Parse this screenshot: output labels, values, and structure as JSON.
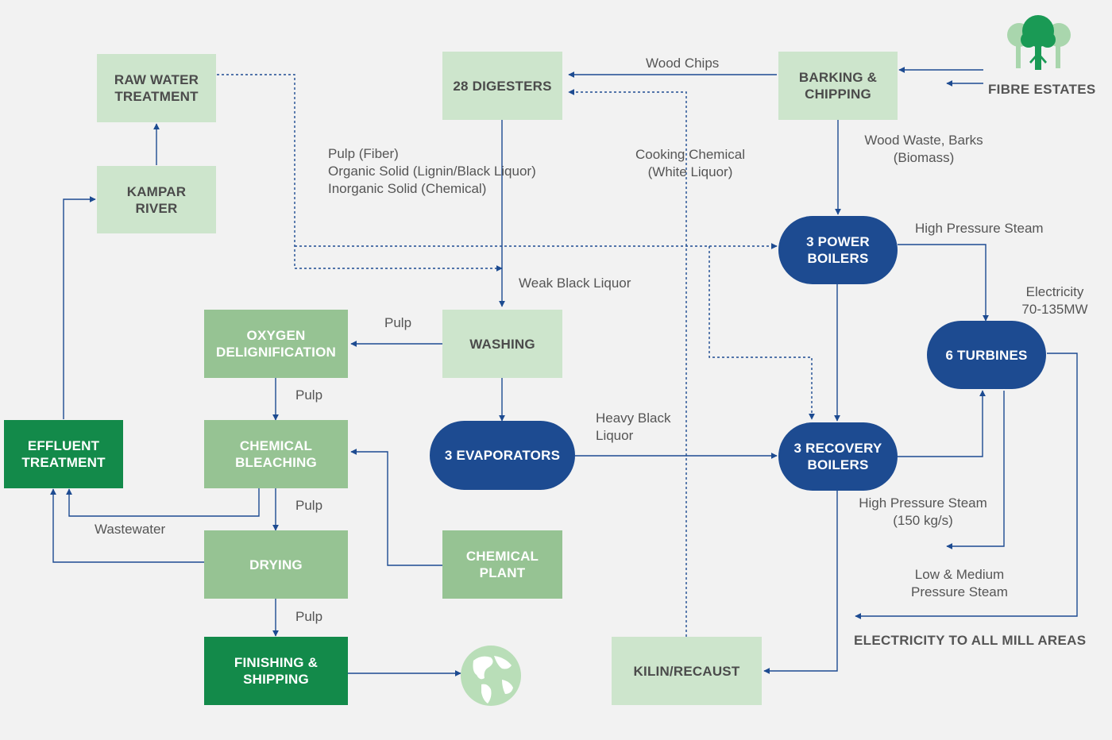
{
  "colors": {
    "background": "#f2f2f2",
    "light_green": "#cde5cc",
    "mid_green": "#96c393",
    "dark_green": "#138a4a",
    "blue": "#1d4b91",
    "arrow": "#1d4b91"
  },
  "nodes": {
    "raw_water": "RAW WATER\nTREATMENT",
    "kampar": "KAMPAR\nRIVER",
    "digesters": "28 DIGESTERS",
    "barking": "BARKING &\nCHIPPING",
    "fibre_estates": "FIBRE ESTATES",
    "washing": "WASHING",
    "oxygen": "OXYGEN\nDELIGNIFICATION",
    "bleaching": "CHEMICAL\nBLEACHING",
    "drying": "DRYING",
    "finishing": "FINISHING &\nSHIPPING",
    "effluent": "EFFLUENT\nTREATMENT",
    "chemical_plant": "CHEMICAL\nPLANT",
    "evaporators": "3 EVAPORATORS",
    "power_boilers": "3 POWER\nBOILERS",
    "turbines": "6 TURBINES",
    "recovery_boilers": "3 RECOVERY\nBOILERS",
    "kiln": "KILIN/RECAUST"
  },
  "labels": {
    "wood_chips": "Wood Chips",
    "pulp_contents": "Pulp (Fiber)\nOrganic Solid (Lignin/Black Liquor)\nInorganic Solid (Chemical)",
    "cooking_chemical": "Cooking Chemical\n(White Liquor)",
    "wood_waste": "Wood Waste, Barks\n(Biomass)",
    "hp_steam_top": "High Pressure Steam",
    "electricity": "Electricity\n70-135MW",
    "weak_black_liquor": "Weak Black Liquor",
    "pulp_1": "Pulp",
    "pulp_2": "Pulp",
    "pulp_3": "Pulp",
    "pulp_4": "Pulp",
    "heavy_black_liquor": "Heavy Black\nLiquor",
    "wastewater": "Wastewater",
    "hp_steam_150": "High Pressure Steam\n(150 kg/s)",
    "low_medium_steam": "Low & Medium\nPressure Steam",
    "electricity_all": "ELECTRICITY TO ALL MILL AREAS"
  },
  "icons": {
    "trees": "trees-icon",
    "globe": "globe-icon"
  }
}
